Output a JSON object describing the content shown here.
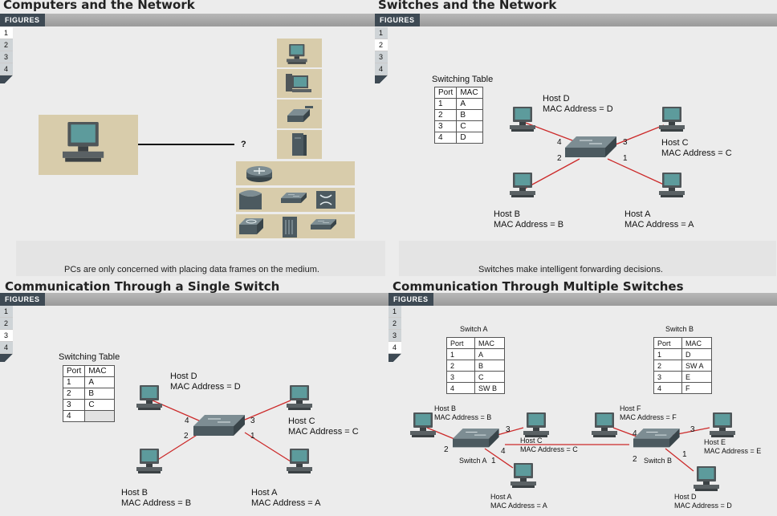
{
  "colors": {
    "link": "#cc2a2a",
    "accent": "#3e4a54",
    "panel_bg": "#d8ccab"
  },
  "figures_label": "FIGURES",
  "tab_labels": [
    "1",
    "2",
    "3",
    "4"
  ],
  "p1": {
    "title": "Computers and the Network",
    "question": "?",
    "caption": "PCs are only concerned with placing data frames on the medium."
  },
  "p2": {
    "title": "Switches and the Network",
    "table_title": "Switching Table",
    "table_head": [
      "Port",
      "MAC"
    ],
    "table_rows": [
      [
        "1",
        "A"
      ],
      [
        "2",
        "B"
      ],
      [
        "3",
        "C"
      ],
      [
        "4",
        "D"
      ]
    ],
    "hosts": {
      "d": [
        "Host D",
        "MAC Address = D"
      ],
      "c": [
        "Host C",
        "MAC Address = C"
      ],
      "b": [
        "Host B",
        "MAC Address = B"
      ],
      "a": [
        "Host A",
        "MAC Address = A"
      ]
    },
    "ports": [
      "4",
      "3",
      "2",
      "1"
    ],
    "caption": "Switches make intelligent forwarding decisions."
  },
  "p3": {
    "title": "Communication Through a Single Switch",
    "table_title": "Switching Table",
    "table_head": [
      "Port",
      "MAC"
    ],
    "table_rows": [
      [
        "1",
        "A"
      ],
      [
        "2",
        "B"
      ],
      [
        "3",
        "C"
      ],
      [
        "4",
        ""
      ]
    ],
    "hosts": {
      "d": [
        "Host D",
        "MAC Address = D"
      ],
      "c": [
        "Host C",
        "MAC Address = C"
      ],
      "b": [
        "Host B",
        "MAC Address = B"
      ],
      "a": [
        "Host A",
        "MAC Address = A"
      ]
    },
    "ports": [
      "4",
      "3",
      "2",
      "1"
    ]
  },
  "p4": {
    "title": "Communication Through Multiple Switches",
    "swa_title": "Switch A",
    "swb_title": "Switch B",
    "table_head": [
      "Port",
      "MAC"
    ],
    "swa_rows": [
      [
        "1",
        "A"
      ],
      [
        "2",
        "B"
      ],
      [
        "3",
        "C"
      ],
      [
        "4",
        "SW B"
      ]
    ],
    "swb_rows": [
      [
        "1",
        "D"
      ],
      [
        "2",
        "SW A"
      ],
      [
        "3",
        "E"
      ],
      [
        "4",
        "F"
      ]
    ],
    "hosts": {
      "b": [
        "Host B",
        "MAC Address = B"
      ],
      "c": [
        "Host C",
        "MAC Address = C"
      ],
      "a": [
        "Host A",
        "MAC Address = A"
      ],
      "f": [
        "Host F",
        "MAC Address = F"
      ],
      "e": [
        "Host E",
        "MAC Address = E"
      ],
      "d": [
        "Host D",
        "MAC Address = D"
      ]
    },
    "switch_a_label": "Switch A",
    "switch_b_label": "Switch B",
    "ports_a": [
      "2",
      "3",
      "4",
      "1"
    ],
    "ports_b": [
      "4",
      "3",
      "2",
      "1"
    ]
  }
}
